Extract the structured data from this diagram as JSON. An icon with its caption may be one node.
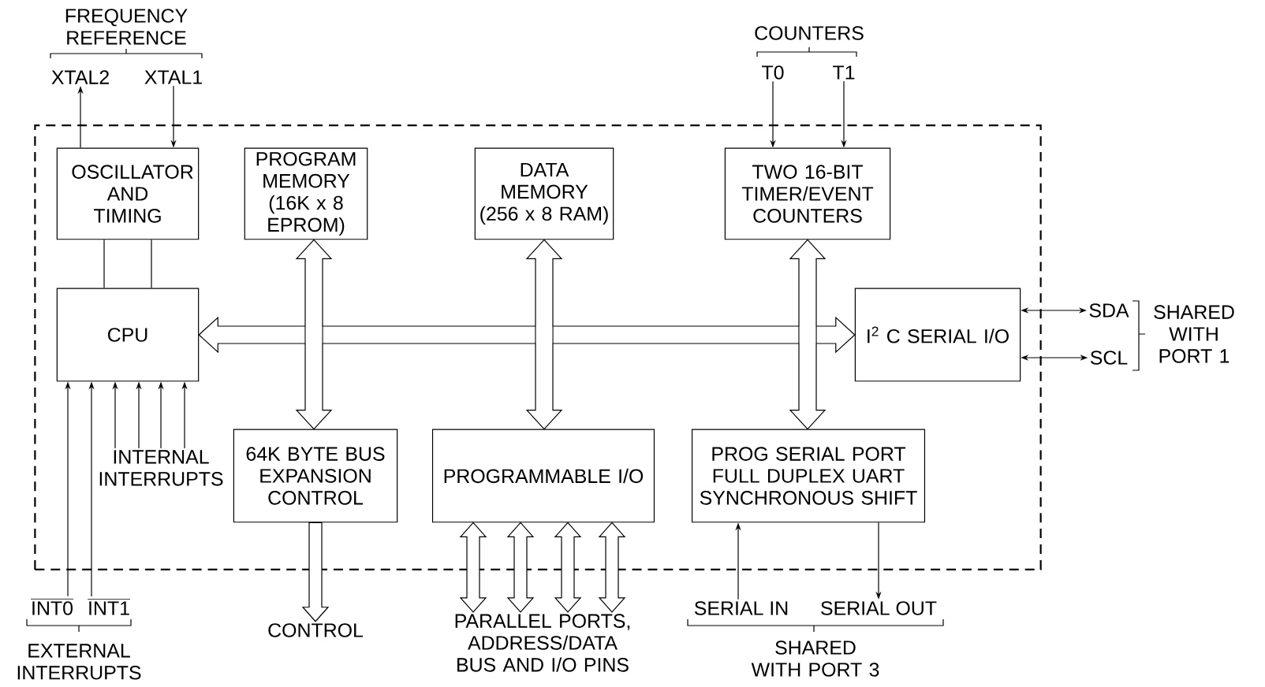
{
  "diagram": {
    "nodes": [
      {
        "text": [],
        "shape": "box"
      },
      {
        "text": [
          "OSCILLATOR AND TIMING"
        ],
        "in": 0
      },
      {
        "text": [
          "PROGRAM MEMORY (16K x 8 EPROM)"
        ],
        "in": 0
      },
      {
        "text": [
          "DATA MEMORY (256 x 8 RAM)"
        ],
        "in": 0
      },
      {
        "text": [
          "TWO 16-BIT TIMER/EVENT COUNTERS"
        ],
        "in": 0
      },
      {
        "text": [
          "CPU"
        ],
        "in": 0
      },
      {
        "text": [
          "I$^{2}$ C SERIAL I/O"
        ],
        "in": 0
      },
      {
        "text": [
          "64K BYTE BUS EXPANSION CONTROL"
        ],
        "in": 0
      },
      {
        "text": [
          "PROGRAMMABLE I/O"
        ],
        "in": 0
      },
      {
        "text": [
          "PROG SERIAL PORT FULL DUPLEX UART SYNCHRONOUS SHIFT"
        ],
        "in": 0
      },
      {
        "text": [
          "XTAL2"
        ]
      },
      {
        "text": [
          "XTAL1"
        ]
      },
      {
        "text": [
          "T0"
        ]
      },
      {
        "text": [
          "T1"
        ]
      },
      {
        "text": [
          "SDA"
        ]
      },
      {
        "text": [
          "SCL"
        ]
      },
      {
        "text": [
          "INT0"
        ]
      },
      {
        "text": [
          "INT1"
        ]
      },
      {
        "text": [
          "CONTROL"
        ]
      },
      {
        "text": [
          "PARALLEL PORTS, ADDRESS/DATA BUS AND I/O PINS"
        ]
      },
      {
        "text": [
          "SERIAL IN"
        ]
      },
      {
        "text": [
          "SERIAL OUT"
        ]
      },
      {
        "text": [
          "INTERNAL INTERRUPTS"
        ],
        "in": 0
      }
    ],
    "edges": [
      {
        "from": 1,
        "to": 10,
        "arrow": "to"
      },
      {
        "from": 11,
        "to": 1,
        "arrow": "to"
      },
      {
        "from": 12,
        "to": 4,
        "arrow": "to"
      },
      {
        "from": 13,
        "to": 4,
        "arrow": "to"
      },
      {
        "from": 1,
        "to": 5,
        "arrow": "none"
      },
      {
        "from": 1,
        "to": 5,
        "arrow": "none"
      },
      {
        "from": 5,
        "to": 6,
        "arrow": "both"
      },
      {
        "from": 2,
        "to": 7,
        "arrow": "both"
      },
      {
        "from": 3,
        "to": 8,
        "arrow": "both"
      },
      {
        "from": 4,
        "to": 9,
        "arrow": "both"
      },
      {
        "from": 6,
        "to": 14,
        "arrow": "both"
      },
      {
        "from": 6,
        "to": 15,
        "arrow": "both"
      },
      {
        "from": 16,
        "to": 5,
        "arrow": "to"
      },
      {
        "from": 17,
        "to": 5,
        "arrow": "to"
      },
      {
        "from": 22,
        "to": 5,
        "arrow": "to"
      },
      {
        "from": 22,
        "to": 5,
        "arrow": "to"
      },
      {
        "from": 22,
        "to": 5,
        "arrow": "to"
      },
      {
        "from": 22,
        "to": 5,
        "arrow": "to"
      },
      {
        "from": 7,
        "to": 18,
        "arrow": "to"
      },
      {
        "from": 8,
        "to": 19,
        "arrow": "both"
      },
      {
        "from": 8,
        "to": 19,
        "arrow": "both"
      },
      {
        "from": 8,
        "to": 19,
        "arrow": "both"
      },
      {
        "from": 8,
        "to": 19,
        "arrow": "both"
      },
      {
        "from": 20,
        "to": 9,
        "arrow": "to"
      },
      {
        "from": 9,
        "to": 21,
        "arrow": "to"
      }
    ],
    "labels": [
      "FREQUENCY REFERENCE",
      "COUNTERS",
      "SHARED WITH PORT 1",
      "EXTERNAL INTERRUPTS",
      "SHARED WITH PORT 3"
    ]
  }
}
